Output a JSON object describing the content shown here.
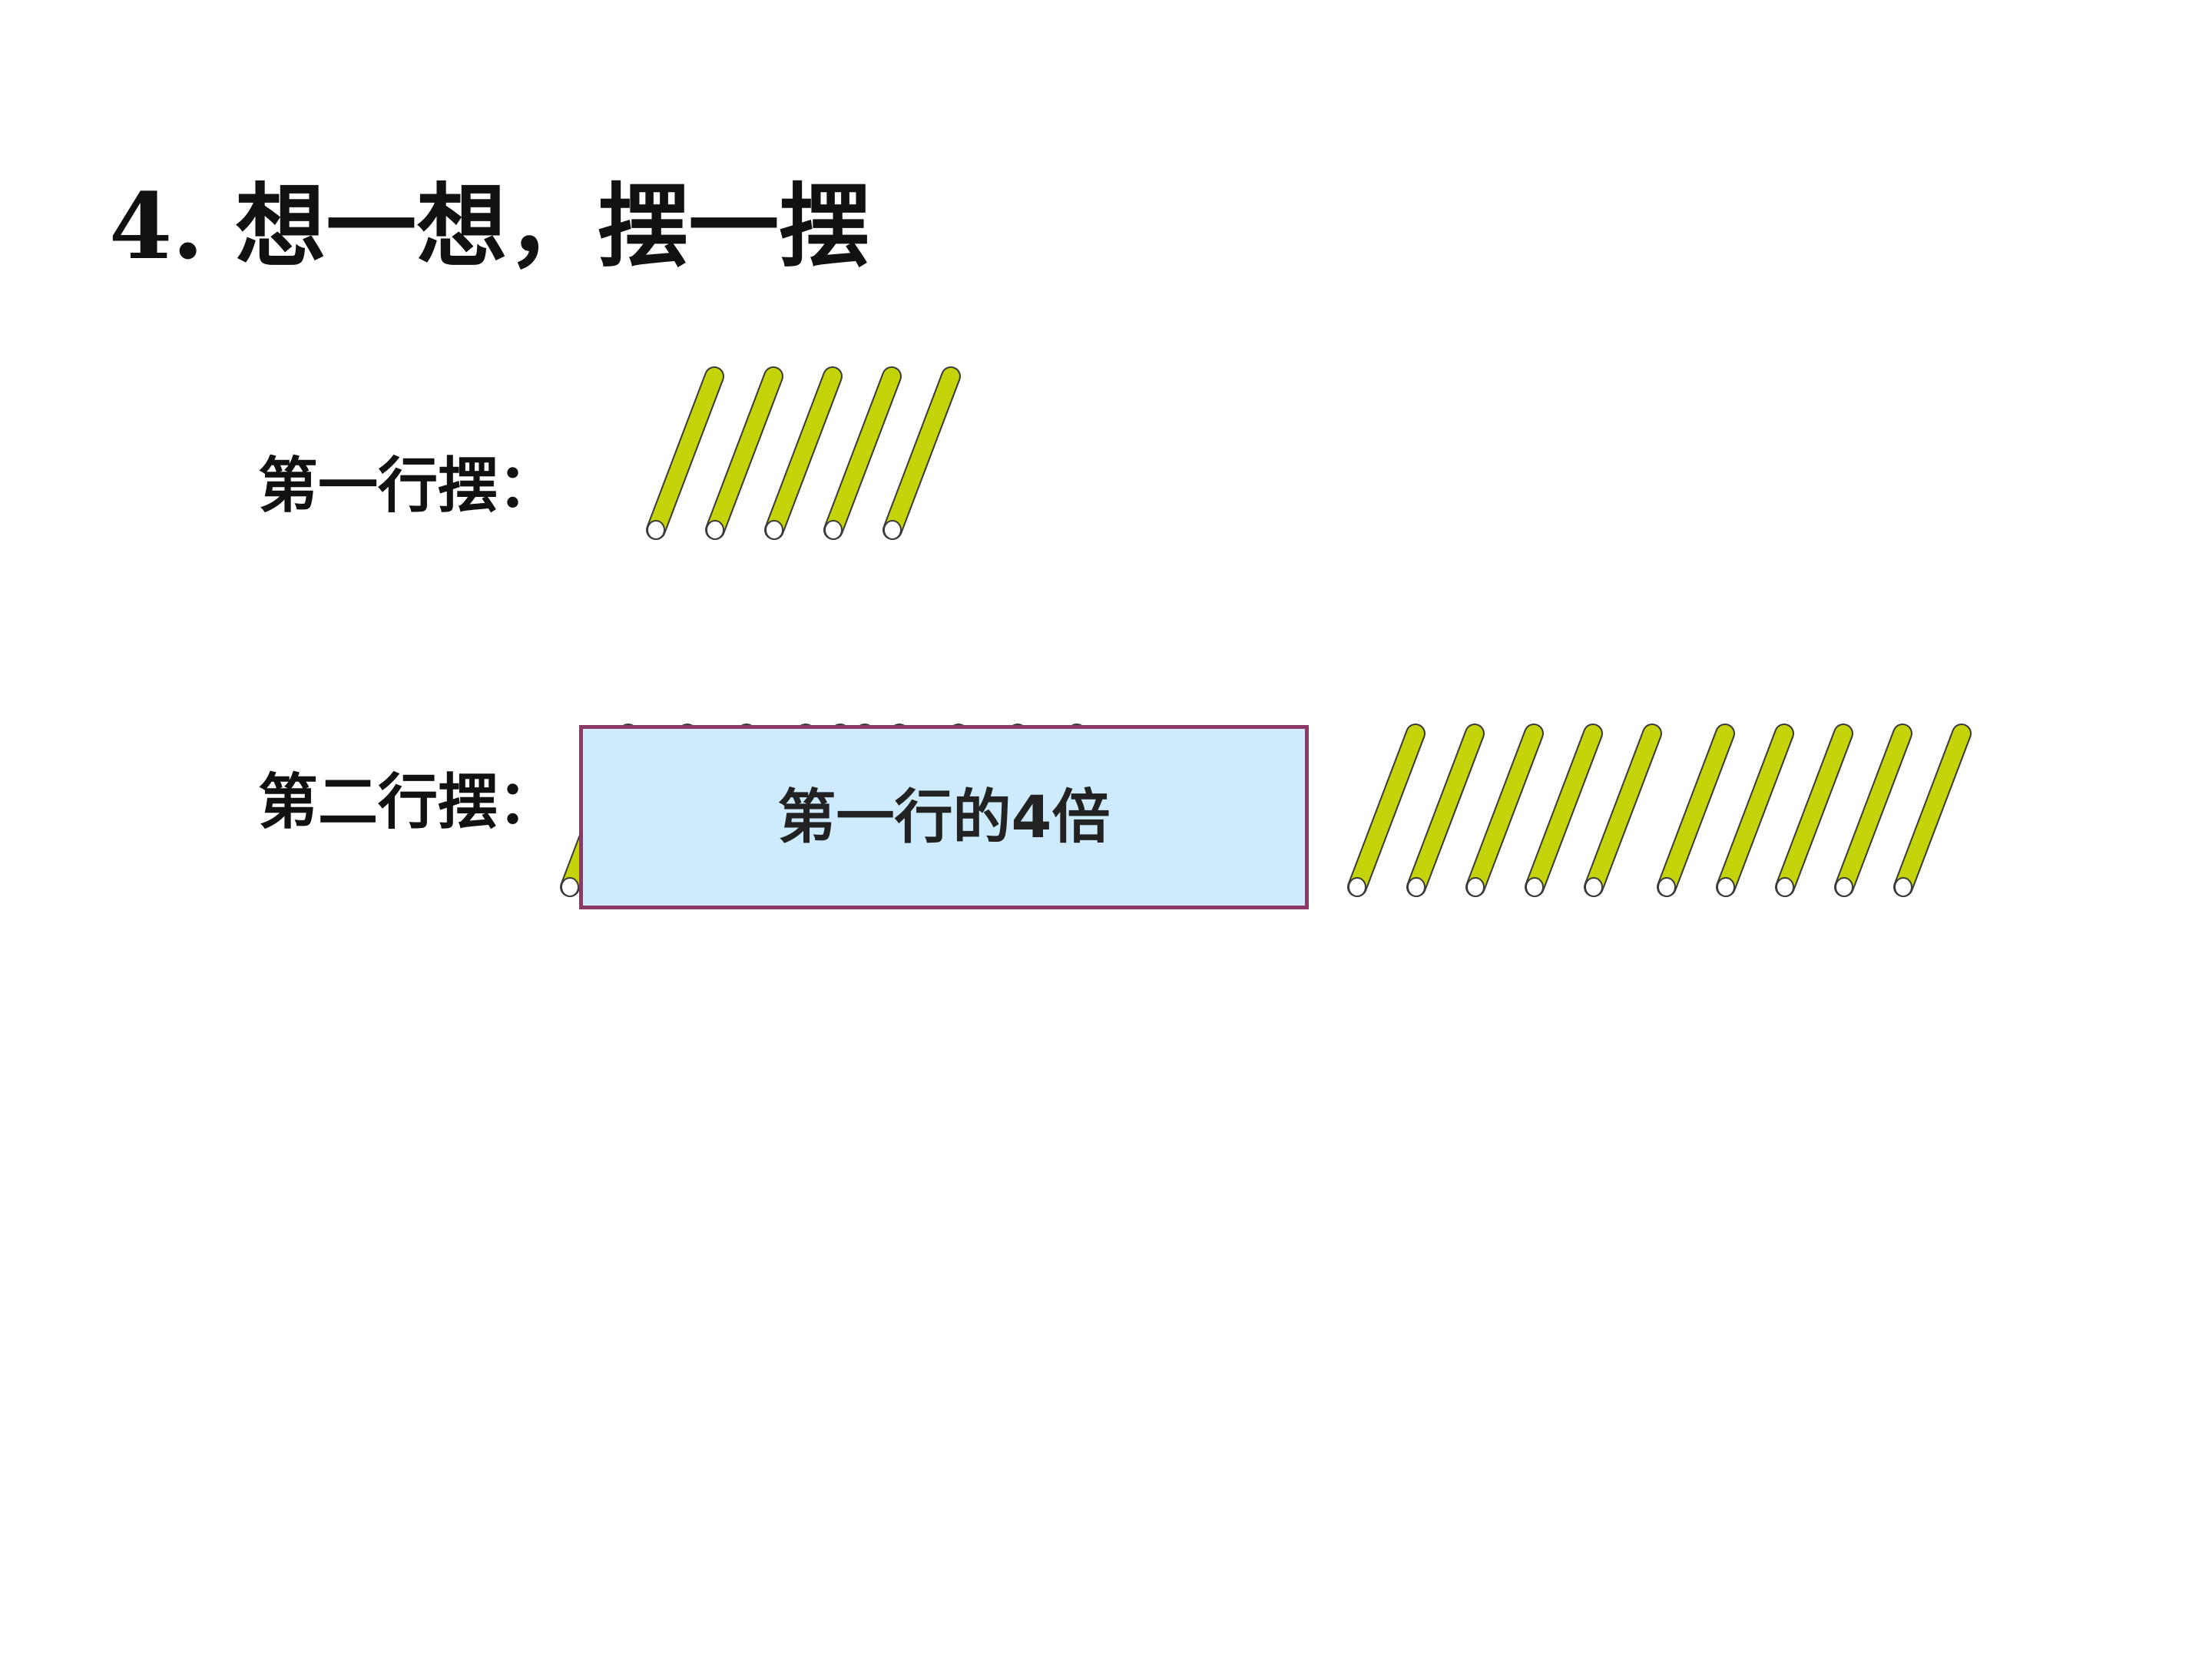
{
  "slide": {
    "title": "4. 想一想，摆一摆",
    "row1": {
      "label": "第一行摆：",
      "stick_count": 5
    },
    "row2": {
      "label": "第二行摆：",
      "stick_groups": [
        5,
        5,
        5,
        5
      ]
    },
    "overlay": {
      "text": "第一行的4倍"
    }
  },
  "colors": {
    "stick_fill": "#c5d40a",
    "stick_outline": "#3a3a3a",
    "stick_end": "#ffffff",
    "overlay_fill": "#cdebfc",
    "overlay_border": "#8b3a66",
    "text": "#111111"
  }
}
